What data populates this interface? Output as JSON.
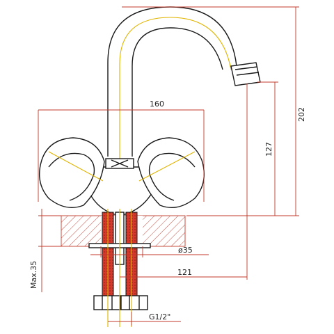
{
  "dimensions": {
    "width_top": "160",
    "height_total": "202",
    "height_spout": "127",
    "diameter_hole": "ø35",
    "offset": "121",
    "max_thickness": "Max.35",
    "thread": "G1/2\""
  },
  "colors": {
    "ink": "#1a1a1a",
    "dimension_line": "#c0392b",
    "center_line": "#e0b400",
    "hose": "#d33a2c"
  }
}
